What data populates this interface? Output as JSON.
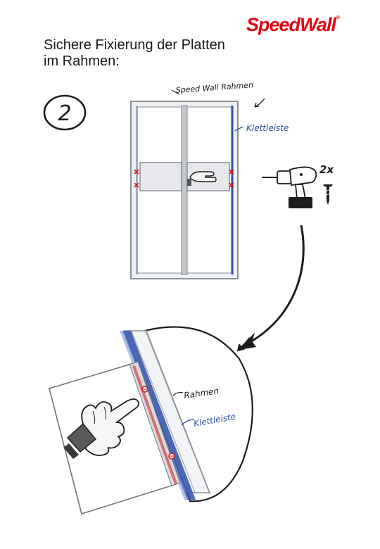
{
  "brand": {
    "name": "SpeedWall",
    "registered": "®",
    "color": "#e30613"
  },
  "heading": {
    "line1": "Sichere Fixierung der Platten",
    "line2": "im Rahmen:"
  },
  "step": {
    "number": "2"
  },
  "annotations": {
    "frame_top": "Speed Wall Rahmen",
    "velcro_top": "Klettleiste",
    "screws_count": "2x",
    "frame_detail": "Rahmen",
    "velcro_detail": "Klettleiste"
  },
  "colors": {
    "velcro_blue": "#2e4fa8",
    "frame_grey": "#8a9098",
    "marker_red": "#d4161c",
    "ink": "#1c1c1c"
  }
}
